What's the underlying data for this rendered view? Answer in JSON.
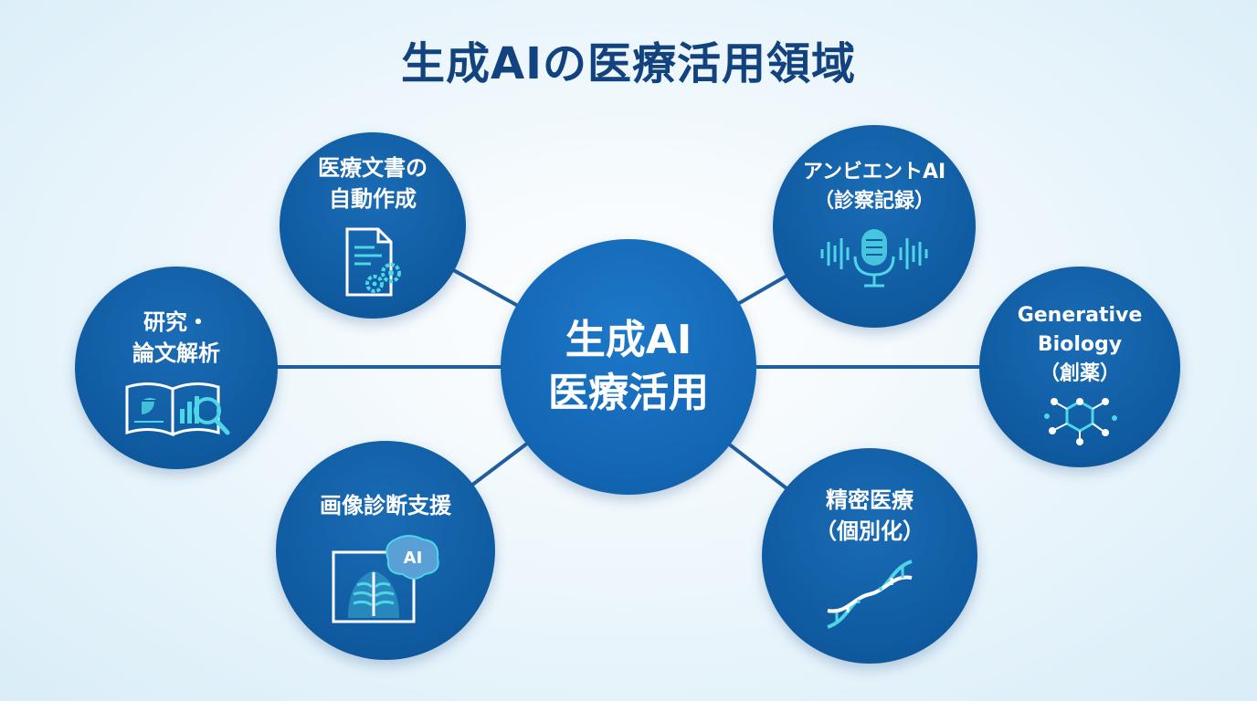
{
  "title": "生成AIの医療活用領域",
  "center": {
    "line1": "生成AI",
    "line2": "医療活用"
  },
  "nodes": {
    "documents": {
      "line1": "医療文書の",
      "line2": "自動作成",
      "icon": "document-gears-icon"
    },
    "ambient": {
      "line1": "アンビエントAI",
      "line2": "（診察記録）",
      "icon": "microphone-soundwave-icon"
    },
    "research": {
      "line1": "研究・",
      "line2": "論文解析",
      "icon": "book-magnifier-icon"
    },
    "biology": {
      "line1": "Generative",
      "line2": "Biology",
      "line3": "（創薬）",
      "icon": "molecule-icon"
    },
    "imaging": {
      "line1": "画像診断支援",
      "icon": "xray-ai-brain-icon",
      "icon_text": "AI"
    },
    "precision": {
      "line1": "精密医療",
      "line2": "（個別化）",
      "icon": "dna-helix-icon"
    }
  },
  "colors": {
    "title": "#12437f",
    "node": "#0f5aa0",
    "connector": "#1f5f9f",
    "icon_accent": "#4fd6e6",
    "background": "#e6f3fa"
  }
}
